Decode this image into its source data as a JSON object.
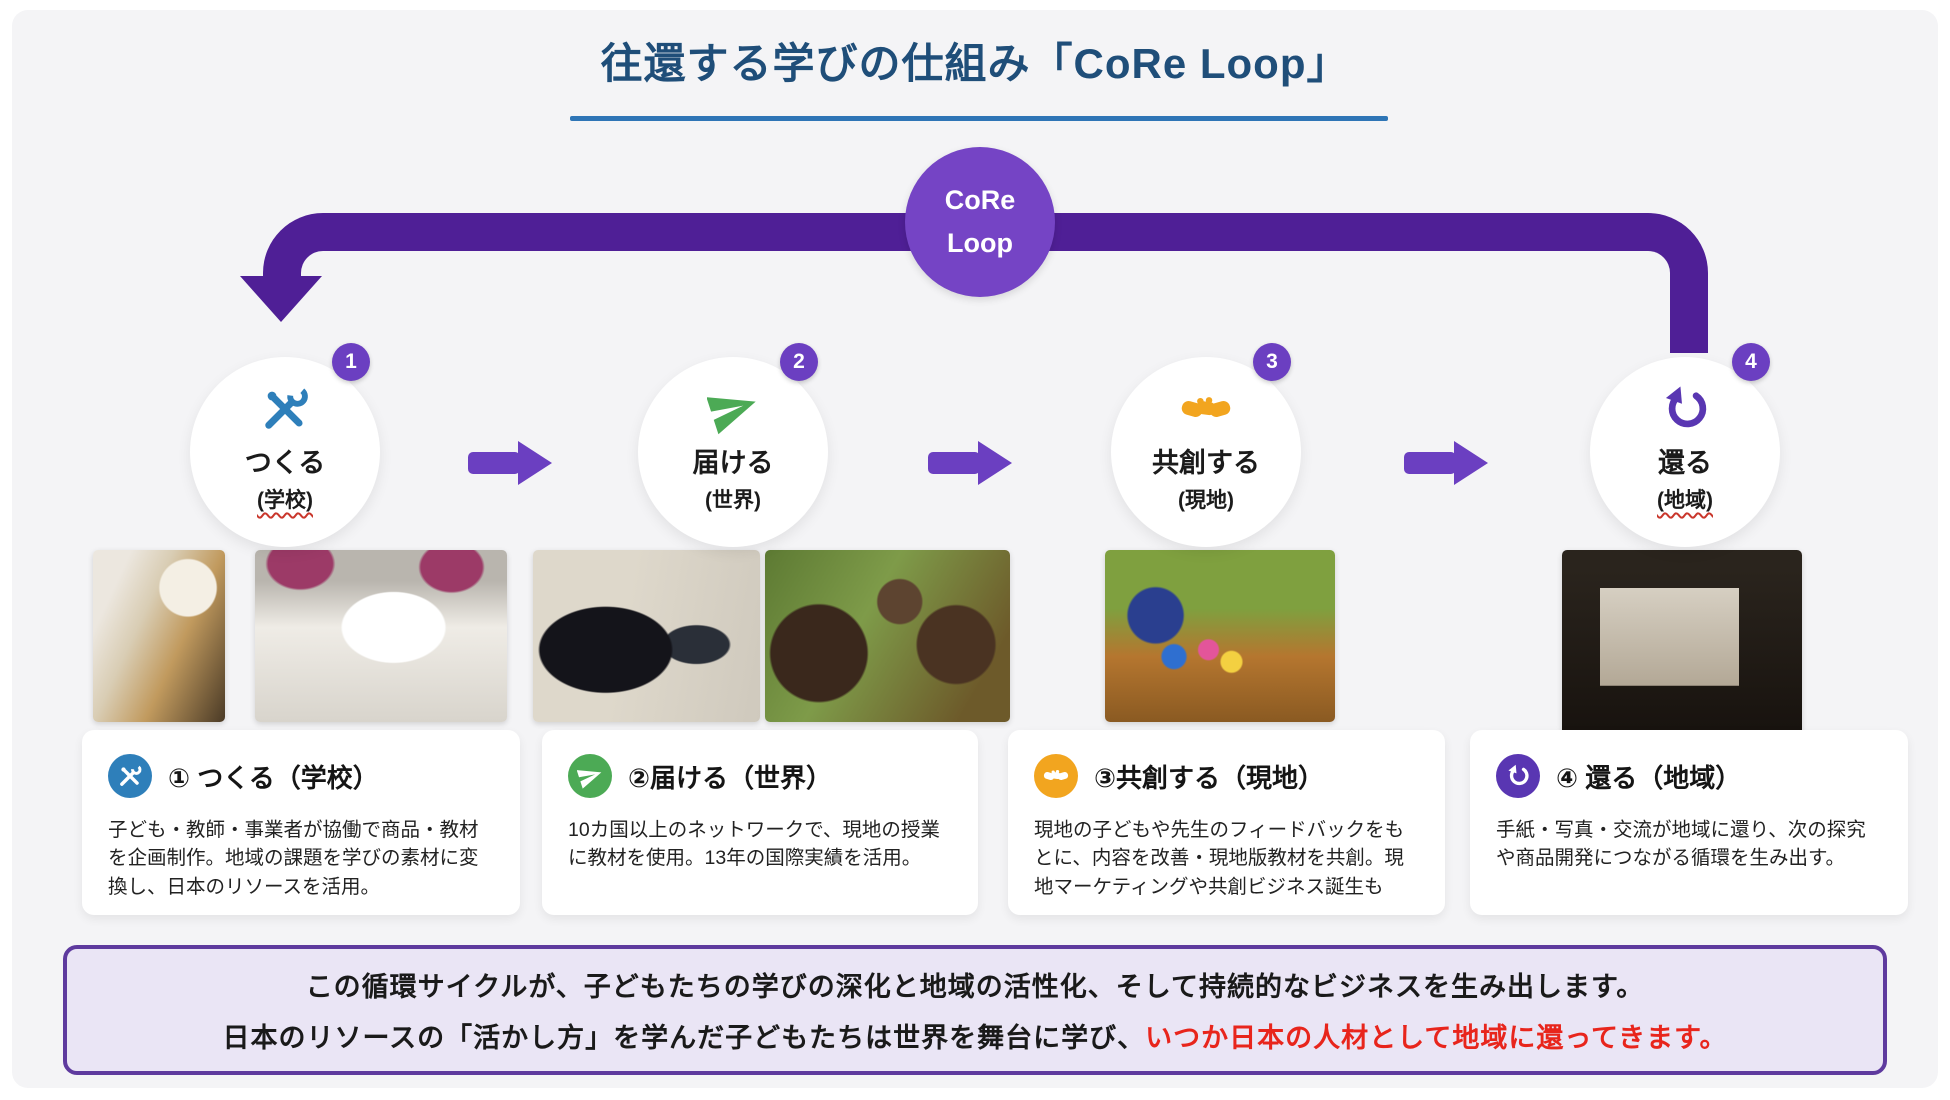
{
  "title": "往還する学びの仕組み「CoRe Loop」",
  "loop": {
    "circle_line1": "CoRe",
    "circle_line2": "Loop"
  },
  "steps": [
    {
      "number": "1",
      "label": "つくる",
      "sublabel": "(学校)",
      "icon": "tools-icon",
      "accent_color": "#2e7fba",
      "card_title": "① つくる（学校）",
      "card_body": "子ども・教師・事業者が協働で商品・教材を企画制作。地域の課題を学びの素材に変換し、日本のリソースを活用。",
      "photos": [
        "furikake-package-with-rice-bowl",
        "children-message-cards-on-table"
      ]
    },
    {
      "number": "2",
      "label": "届ける",
      "sublabel": "(世界)",
      "icon": "paper-plane-icon",
      "accent_color": "#4caa55",
      "card_title": "②届ける（世界）",
      "card_body": "10カ国以上のネットワークで、現地の授業に教材を使用。13年の国際実績を活用。",
      "photos": [
        "woman-showing-drawing-at-outdoor-class",
        "children-group-smiling-outdoors"
      ]
    },
    {
      "number": "3",
      "label": "共創する",
      "sublabel": "(現地)",
      "icon": "handshake-icon",
      "accent_color": "#f2a51f",
      "card_title": "③共創する（現地）",
      "card_body": "現地の子どもや先生のフィードバックをもとに、内容を改善・現地版教材を共創。現地マーケティングや共創ビジネス誕生も",
      "photos": [
        "children-crafting-at-table-outdoors"
      ]
    },
    {
      "number": "4",
      "label": "還る",
      "sublabel": "(地域)",
      "icon": "return-arrow-icon",
      "accent_color": "#5936b2",
      "card_title": "④ 還る（地域）",
      "card_body": "手紙・写真・交流が地域に還り、次の探究や商品開発につながる循環を生み出す。",
      "photos": [
        "stage-presentation-in-auditorium"
      ]
    }
  ],
  "summary": {
    "line1": "この循環サイクルが、子どもたちの学びの深化と地域の活性化、そして持続的なビジネスを生み出します。",
    "line2_black": "日本のリソースの「活かし方」を学んだ子どもたちは世界を舞台に学び、",
    "line2_red": "いつか日本の人材として地域に還ってきます。"
  },
  "colors": {
    "title_blue": "#1f4e79",
    "underline_blue": "#2e75b6",
    "loop_purple": "#4f1f96",
    "core_circle_purple": "#7544c5",
    "badge_arrow_purple": "#6b3fc1",
    "step1_blue": "#2e7fba",
    "step2_green": "#4caa55",
    "step3_orange": "#f2a51f",
    "step4_purple": "#5936b2",
    "summary_bg": "#eae5f5",
    "summary_border": "#5e3a9e",
    "summary_red": "#e8251c",
    "surface_bg": "#f4f4f6"
  }
}
